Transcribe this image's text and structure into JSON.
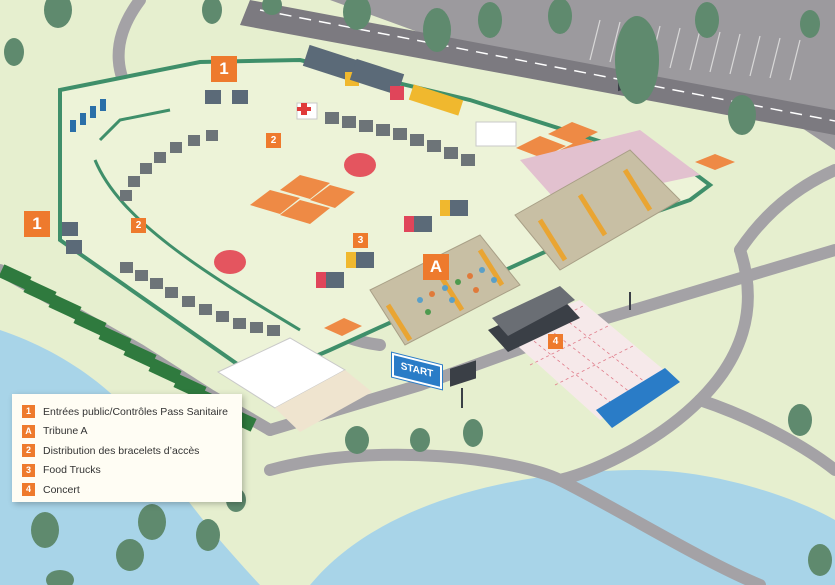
{
  "map": {
    "colors": {
      "grass": "#e6efcf",
      "road": "#9c9a9e",
      "road_dark": "#7c7a80",
      "water": "#a8d4e8",
      "fence": "#3f8f6a",
      "tree": "#5f8a6e",
      "tent_orange": "#ee8a45",
      "marker_orange": "#ee7a2d",
      "tribune_blue": "#2a7cc7",
      "stand": "#c8bfa4",
      "pink_area": "#e2c1cf"
    },
    "start_sign": "START",
    "markers": [
      {
        "id": "entry-top",
        "label": "1"
      },
      {
        "id": "entry-left",
        "label": "1"
      },
      {
        "id": "wristband-top",
        "label": "2"
      },
      {
        "id": "wristband-left",
        "label": "2"
      },
      {
        "id": "food-trucks",
        "label": "3"
      },
      {
        "id": "tribune-a",
        "label": "A"
      },
      {
        "id": "concert",
        "label": "4"
      }
    ]
  },
  "legend": {
    "items": [
      {
        "key": "1",
        "label": "Entrées public/Contrôles Pass Sanitaire"
      },
      {
        "key": "A",
        "label": "Tribune A"
      },
      {
        "key": "2",
        "label": "Distribution des bracelets d’accès"
      },
      {
        "key": "3",
        "label": "Food Trucks"
      },
      {
        "key": "4",
        "label": "Concert"
      }
    ]
  }
}
